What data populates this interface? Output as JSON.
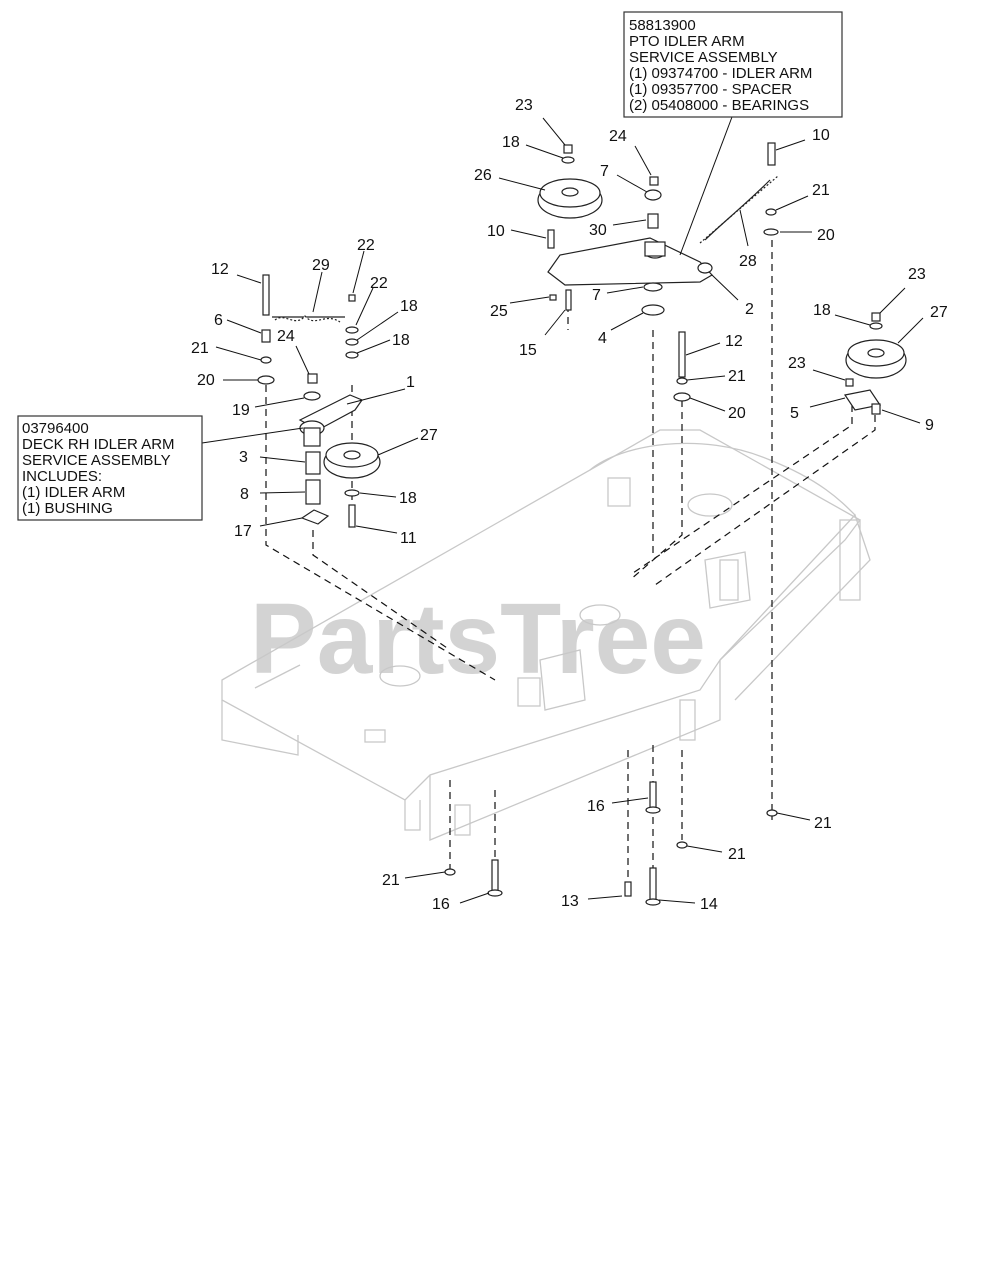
{
  "watermark": "PartsTree",
  "assembly_boxes": [
    {
      "lines": [
        "58813900",
        "PTO IDLER ARM",
        "SERVICE ASSEMBLY",
        "(1) 09374700 - IDLER ARM",
        "(1) 09357700 - SPACER",
        "(2) 05408000 - BEARINGS"
      ]
    },
    {
      "lines": [
        "03796400",
        "DECK RH IDLER ARM",
        "SERVICE ASSEMBLY",
        "INCLUDES:",
        "(1) IDLER ARM",
        "(1) BUSHING"
      ]
    }
  ],
  "callouts": [
    "23",
    "18",
    "26",
    "24",
    "7",
    "30",
    "10",
    "25",
    "15",
    "7",
    "4",
    "2",
    "10",
    "21",
    "20",
    "28",
    "23",
    "18",
    "27",
    "23",
    "5",
    "9",
    "12",
    "21",
    "20",
    "12",
    "29",
    "22",
    "22",
    "18",
    "18",
    "6",
    "24",
    "21",
    "20",
    "1",
    "19",
    "3",
    "27",
    "8",
    "18",
    "17",
    "11",
    "16",
    "21",
    "21",
    "21",
    "16",
    "13",
    "14"
  ]
}
